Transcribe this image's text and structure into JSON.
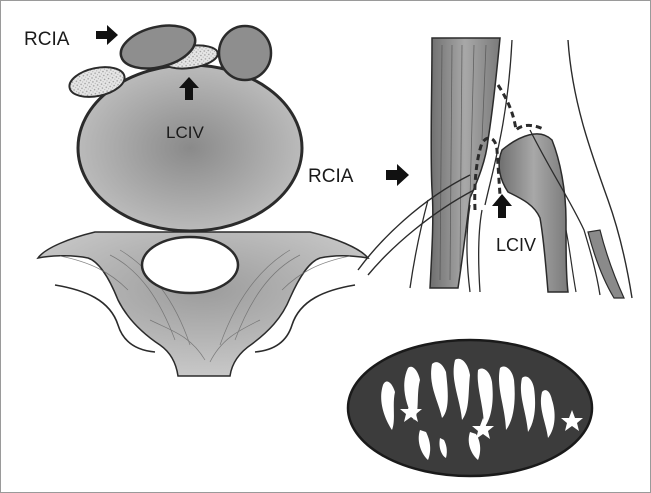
{
  "labels": {
    "left_artery": "RCIA",
    "left_vein": "LCIV",
    "right_artery": "RCIA",
    "right_vein": "LCIV"
  },
  "colors": {
    "ink": "#2b2b2b",
    "vein_fill": "#a0a0a0",
    "vein_shadow": "#808080",
    "artery_fill": "#8e8e8e",
    "small_vessel_fill": "#dcdcdc",
    "vertebra_fill": "#b8b8b8",
    "vessel_fill": "#9a9a9a",
    "lumen_fill": "#3c3c3c",
    "background": "#ffffff",
    "border": "#9a9a9a"
  },
  "icons": {
    "arrow": "right-arrow-icon",
    "up_arrow": "up-arrow-icon",
    "star": "star-icon"
  }
}
